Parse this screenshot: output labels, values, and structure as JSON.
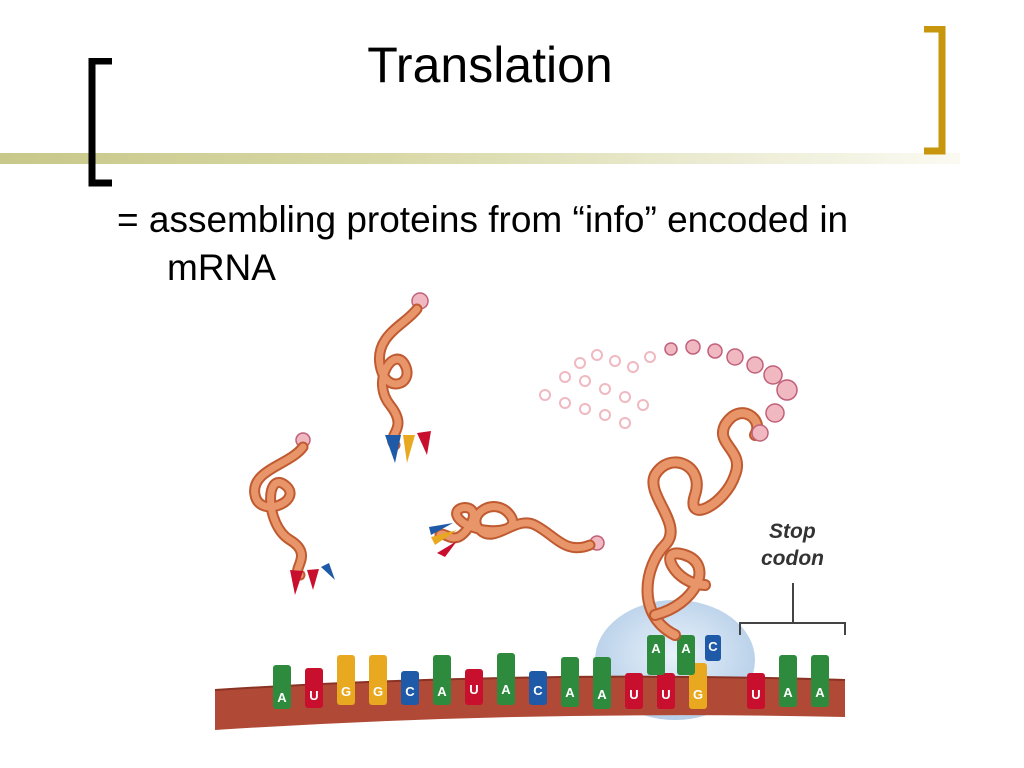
{
  "slide": {
    "title": "Translation",
    "bullet_line1": "= assembling proteins from “info” encoded in",
    "bullet_line2": "mRNA"
  },
  "figure": {
    "stop_label_line1": "Stop",
    "stop_label_line2": "codon",
    "mrna_codons": [
      "A",
      "U",
      "G",
      "G",
      "C",
      "A",
      "U",
      "A",
      "C",
      "A",
      "A",
      "U",
      "U",
      "G",
      "U",
      "A",
      "A"
    ],
    "ribosome_anticodon": [
      "A",
      "A",
      "C"
    ],
    "colors": {
      "bracket_left": "#000000",
      "bracket_right": "#c8960c",
      "rule": "#d2d29c",
      "protein": "#e8956a",
      "amino_acid": "#f0b8c0",
      "mrna_strand": "#b04a36",
      "ribosome": "#bcd4ea",
      "A": "#2e8b3e",
      "U": "#c8102e",
      "G": "#e8a820",
      "C": "#1e5aa8"
    }
  }
}
